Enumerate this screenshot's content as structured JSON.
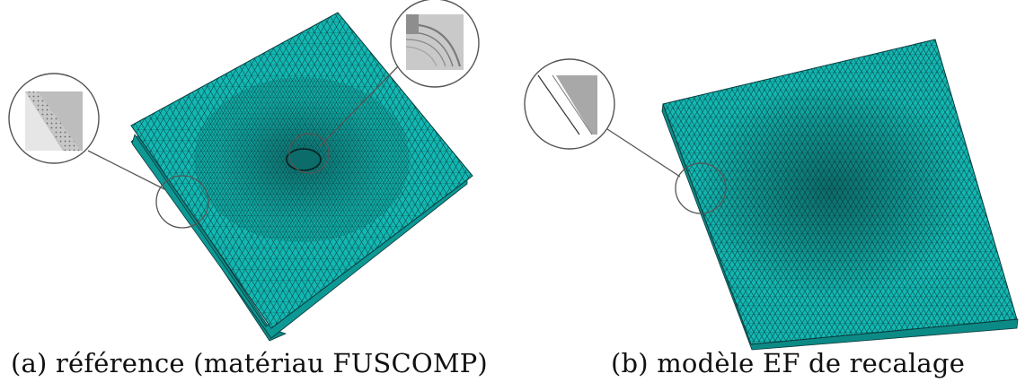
{
  "colors": {
    "mesh_fill": "#12B8B3",
    "mesh_dark": "#0C8A86",
    "mesh_line": "#0a3a3a",
    "zoom_gray": "#b7b7b7",
    "zoom_dark": "#8e8e8e",
    "outline": "#555555",
    "background": "#ffffff"
  },
  "panels": [
    {
      "id": "a",
      "caption": "(a) référence (matériau FUSCOMP)",
      "zoom_details": [
        "edge-section-detail",
        "hole-detail"
      ]
    },
    {
      "id": "b",
      "caption": "(b) modèle EF de recalage",
      "zoom_details": [
        "edge-section-detail"
      ]
    }
  ]
}
